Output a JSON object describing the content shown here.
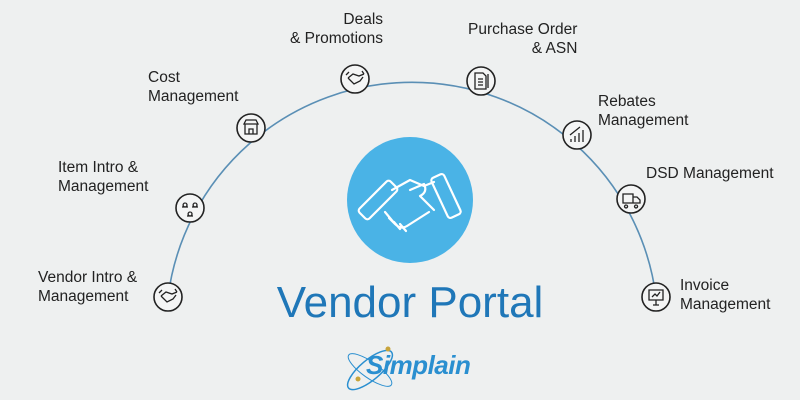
{
  "title": "Vendor Portal",
  "logo": "Simplain",
  "center_icon": "handshake-icon",
  "nodes": [
    {
      "label": "Vendor Intro &\nManagement",
      "icon": "handshake-icon"
    },
    {
      "label": "Item Intro &\nManagement",
      "icon": "people-network-icon"
    },
    {
      "label": "Cost\nManagement",
      "icon": "store-icon"
    },
    {
      "label": "Deals\n& Promotions",
      "icon": "handshake-icon"
    },
    {
      "label": "Purchase Order\n& ASN",
      "icon": "document-icon"
    },
    {
      "label": "Rebates\nManagement",
      "icon": "chart-icon"
    },
    {
      "label": "DSD Management",
      "icon": "truck-icon"
    },
    {
      "label": "Invoice\nManagement",
      "icon": "invoice-icon"
    }
  ]
}
